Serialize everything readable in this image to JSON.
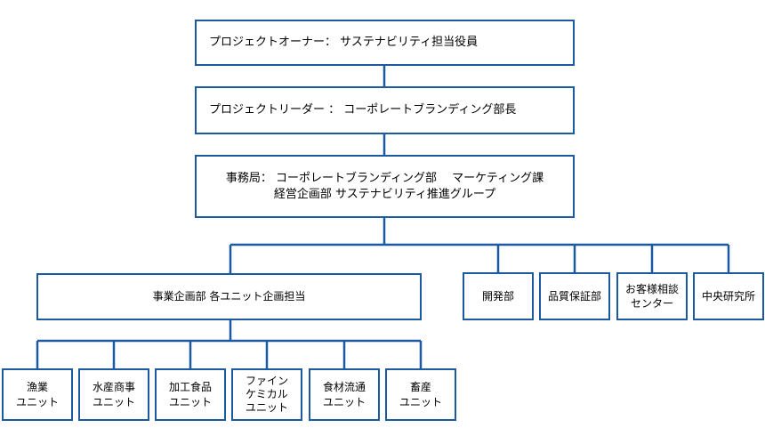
{
  "owner": "プロジェクトオーナー： サステナビリティ担当役員",
  "leader": "プロジェクトリーダー ： コーポレートブランディング部長",
  "secretariat": {
    "line1": "事務局： コーポレートブランディング部　 マーケティング課",
    "line2": "経営企画部 サステナビリティ推進グループ"
  },
  "business_planning": "事業企画部 各ユニット企画担当",
  "departments": [
    "開発部",
    "品質保証部",
    "お客様相談\nセンター",
    "中央研究所"
  ],
  "units": [
    "漁業\nユニット",
    "水産商事\nユニット",
    "加工食品\nユニット",
    "ファイン\nケミカル\nユニット",
    "食材流通\nユニット",
    "畜産\nユニット"
  ],
  "colors": {
    "border": "#1b5aa0",
    "line": "#1b5aa0"
  }
}
